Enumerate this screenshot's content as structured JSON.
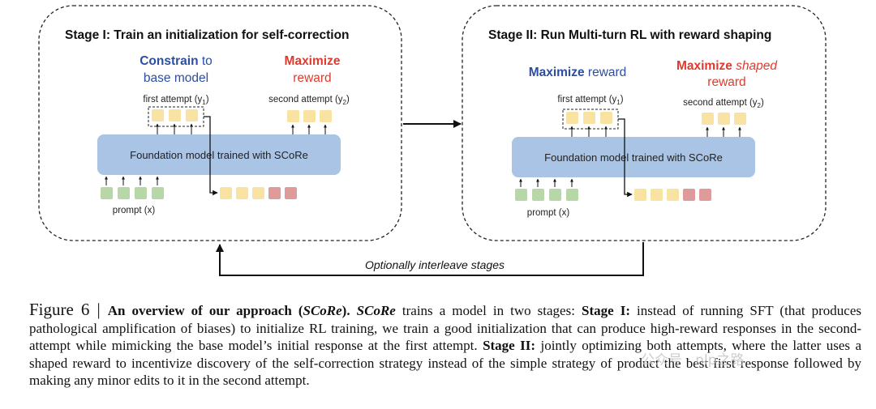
{
  "stage1": {
    "title": "Stage I: Train an initialization for self-correction",
    "constrain_bold": "Constrain",
    "constrain_rest": " to",
    "constrain_line2": "base model",
    "maximize_line1": "Maximize",
    "maximize_line2": "reward",
    "first_attempt": "first attempt (y",
    "first_sub": "1",
    "second_attempt": "second attempt (y",
    "second_sub": "2",
    "model_label": "Foundation model trained with SCoRe",
    "prompt_label": "prompt (x)"
  },
  "stage2": {
    "title": "Stage II: Run Multi-turn RL with reward shaping",
    "maximize_bold": "Maximize",
    "maximize_rest": " reward",
    "shaped_line1_bold": "Maximize",
    "shaped_line1_italic": "shaped",
    "shaped_line2": "reward",
    "first_attempt": "first attempt (y",
    "first_sub": "1",
    "second_attempt": "second attempt (y",
    "second_sub": "2",
    "model_label": "Foundation model trained with SCoRe",
    "prompt_label": "prompt (x)"
  },
  "loop_label": "Optionally interleave stages",
  "caption": {
    "figure": "Figure 6",
    "sep": " | ",
    "heading": "An overview of our approach (",
    "heading_italic": "SCoRe",
    "heading_end": ").",
    "italic_name": "SCoRe",
    "part1": " trains a model in two stages: ",
    "stage1_bold": "Stage I:",
    "part2": " instead of running SFT (that produces pathological amplification of biases) to initialize RL training, we train a good initialization that can produce high-reward responses in the second-attempt while mimicking the base model’s initial response at the first attempt. ",
    "stage2_bold": "Stage II:",
    "part3": " jointly optimizing both attempts, where the latter uses a shaped reward to incentivize discovery of the self-correction strategy instead of the simple strategy of product the best first response followed by making any minor edits to it in the second attempt."
  },
  "watermark": "公众号 · nlp之路",
  "colors": {
    "model_box": "#a9c4e4",
    "token_yellow": "#f9e3a3",
    "token_green": "#b7d7a8",
    "token_red": "#df9b9b",
    "blue_text": "#2b4ea2",
    "red_text": "#e03a2e"
  }
}
